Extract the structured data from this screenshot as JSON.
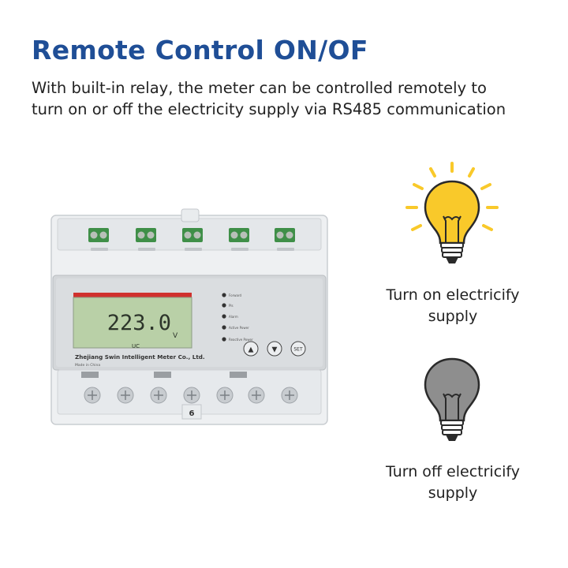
{
  "title": "Remote Control ON/OF",
  "description": {
    "line1": "With built-in relay, the meter can be controlled remotely to",
    "line2": "turn on or off the electricity supply via RS485 communication"
  },
  "meter": {
    "display_value": "223.0",
    "display_unit": "V",
    "display_subunit": "UC",
    "manufacturer": "Zhejiang Swin Intelligent Meter Co., Ltd.",
    "origin": "Made in China",
    "indicators": [
      "Forward",
      "Pls",
      "Alarm",
      "Active Power",
      "Reactive Power"
    ],
    "buttons": {
      "up": "▲",
      "down": "▼",
      "set": "SET"
    },
    "center_terminal_label": "6",
    "colors": {
      "lcd": "#b9d0a7",
      "red_bar": "#d0312d",
      "terminal_green": "#3f8f48"
    }
  },
  "on_state": {
    "caption_line1": "Turn on electricify",
    "caption_line2": "supply",
    "bulb_color": "#f9c92a",
    "ray_color": "#f9c92a"
  },
  "off_state": {
    "caption_line1": "Turn off electricify",
    "caption_line2": "supply",
    "bulb_color": "#8e8e8e"
  }
}
